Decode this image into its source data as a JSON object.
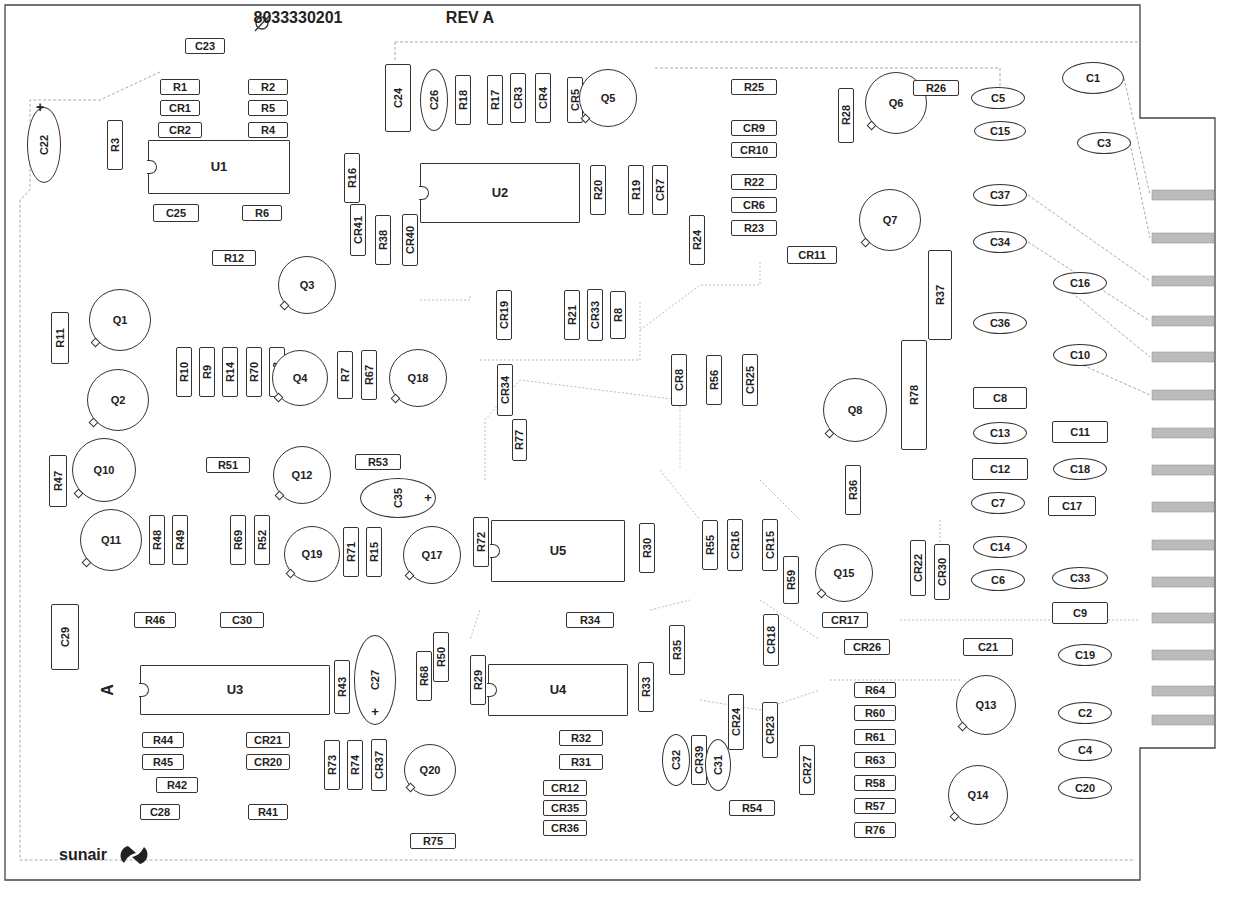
{
  "diagram": {
    "nodes": [
      {
        "text": [
          "C23"
        ]
      },
      {
        "text": [
          "R1"
        ]
      },
      {
        "text": [
          "R2"
        ]
      },
      {
        "text": [
          "CR1"
        ]
      },
      {
        "text": [
          "R5"
        ]
      },
      {
        "text": [
          "CR2"
        ]
      },
      {
        "text": [
          "R4"
        ]
      },
      {
        "text": [
          "C24"
        ]
      },
      {
        "text": [
          "C26"
        ]
      },
      {
        "text": [
          "R18"
        ]
      },
      {
        "text": [
          "R17"
        ]
      },
      {
        "text": [
          "CR3"
        ]
      },
      {
        "text": [
          "CR4"
        ]
      },
      {
        "text": [
          "CR5"
        ]
      },
      {
        "text": [
          "Q5"
        ]
      },
      {
        "text": [
          "R25"
        ]
      },
      {
        "text": [
          "CR9"
        ]
      },
      {
        "text": [
          "CR10"
        ]
      },
      {
        "text": [
          "R28"
        ]
      },
      {
        "text": [
          "Q6"
        ]
      },
      {
        "text": [
          "R26"
        ]
      },
      {
        "text": [
          "C1"
        ]
      },
      {
        "text": [
          "C5"
        ]
      },
      {
        "text": [
          "C15"
        ]
      },
      {
        "text": [
          "C3"
        ]
      },
      {
        "text": [
          "C22"
        ]
      },
      {
        "text": [
          "R3"
        ]
      },
      {
        "text": [
          "U1"
        ]
      },
      {
        "text": [
          "R16"
        ]
      },
      {
        "text": [
          "U2"
        ]
      },
      {
        "text": [
          "R20"
        ]
      },
      {
        "text": [
          "R19"
        ]
      },
      {
        "text": [
          "CR7"
        ]
      },
      {
        "text": [
          "R22"
        ]
      },
      {
        "text": [
          "CR6"
        ]
      },
      {
        "text": [
          "R23"
        ]
      },
      {
        "text": [
          "R24"
        ]
      },
      {
        "text": [
          "CR11"
        ]
      },
      {
        "text": [
          "Q7"
        ]
      },
      {
        "text": [
          "C37"
        ]
      },
      {
        "text": [
          "C34"
        ]
      },
      {
        "text": [
          "C25"
        ]
      },
      {
        "text": [
          "R6"
        ]
      },
      {
        "text": [
          "CR41"
        ]
      },
      {
        "text": [
          "R38"
        ]
      },
      {
        "text": [
          "CR40"
        ]
      },
      {
        "text": [
          "R12"
        ]
      },
      {
        "text": [
          "Q3"
        ]
      },
      {
        "text": [
          "CR19"
        ]
      },
      {
        "text": [
          "R21"
        ]
      },
      {
        "text": [
          "CR33"
        ]
      },
      {
        "text": [
          "R8"
        ]
      },
      {
        "text": [
          "R37"
        ]
      },
      {
        "text": [
          "C16"
        ]
      },
      {
        "text": [
          "R11"
        ]
      },
      {
        "text": [
          "Q1"
        ]
      },
      {
        "text": [
          "Q2"
        ]
      },
      {
        "text": [
          "R10"
        ]
      },
      {
        "text": [
          "R9"
        ]
      },
      {
        "text": [
          "R14"
        ]
      },
      {
        "text": [
          "R70"
        ]
      },
      {
        "text": [
          "R13"
        ]
      },
      {
        "text": [
          "Q4"
        ]
      },
      {
        "text": [
          "R7"
        ]
      },
      {
        "text": [
          "R67"
        ]
      },
      {
        "text": [
          "Q18"
        ]
      },
      {
        "text": [
          "CR34"
        ]
      },
      {
        "text": [
          "R77"
        ]
      },
      {
        "text": [
          "CR8"
        ]
      },
      {
        "text": [
          "R56"
        ]
      },
      {
        "text": [
          "CR25"
        ]
      },
      {
        "text": [
          "Q8"
        ]
      },
      {
        "text": [
          "R78"
        ]
      },
      {
        "text": [
          "C36"
        ]
      },
      {
        "text": [
          "C10"
        ]
      },
      {
        "text": [
          "C8"
        ]
      },
      {
        "text": [
          "C11"
        ]
      },
      {
        "text": [
          "C13"
        ]
      },
      {
        "text": [
          "C12"
        ]
      },
      {
        "text": [
          "C18"
        ]
      },
      {
        "text": [
          "C7"
        ]
      },
      {
        "text": [
          "C17"
        ]
      },
      {
        "text": [
          "R47"
        ]
      },
      {
        "text": [
          "Q10"
        ]
      },
      {
        "text": [
          "R51"
        ]
      },
      {
        "text": [
          "Q12"
        ]
      },
      {
        "text": [
          "R53"
        ]
      },
      {
        "text": [
          "C35"
        ]
      },
      {
        "text": [
          "R36"
        ]
      },
      {
        "text": [
          "Q11"
        ]
      },
      {
        "text": [
          "R48"
        ]
      },
      {
        "text": [
          "R49"
        ]
      },
      {
        "text": [
          "R69"
        ]
      },
      {
        "text": [
          "R52"
        ]
      },
      {
        "text": [
          "Q19"
        ]
      },
      {
        "text": [
          "R71"
        ]
      },
      {
        "text": [
          "R15"
        ]
      },
      {
        "text": [
          "Q17"
        ]
      },
      {
        "text": [
          "R72"
        ]
      },
      {
        "text": [
          "U5"
        ]
      },
      {
        "text": [
          "R30"
        ]
      },
      {
        "text": [
          "R55"
        ]
      },
      {
        "text": [
          "CR16"
        ]
      },
      {
        "text": [
          "CR15"
        ]
      },
      {
        "text": [
          "R59"
        ]
      },
      {
        "text": [
          "Q15"
        ]
      },
      {
        "text": [
          "CR22"
        ]
      },
      {
        "text": [
          "CR30"
        ]
      },
      {
        "text": [
          "C14"
        ]
      },
      {
        "text": [
          "C33"
        ]
      },
      {
        "text": [
          "C6"
        ]
      },
      {
        "text": [
          "C9"
        ]
      },
      {
        "text": [
          "C29"
        ]
      },
      {
        "text": [
          "R46"
        ]
      },
      {
        "text": [
          "C30"
        ]
      },
      {
        "text": [
          "CR17"
        ]
      },
      {
        "text": [
          "CR18"
        ]
      },
      {
        "text": [
          "R35"
        ]
      },
      {
        "text": [
          "R34"
        ]
      },
      {
        "text": [
          "CR26"
        ]
      },
      {
        "text": [
          "C21"
        ]
      },
      {
        "text": [
          "C19"
        ]
      },
      {
        "text": [
          "U3"
        ]
      },
      {
        "text": [
          "R43"
        ]
      },
      {
        "text": [
          "C27"
        ]
      },
      {
        "text": [
          "R68"
        ]
      },
      {
        "text": [
          "R50"
        ]
      },
      {
        "text": [
          "R29"
        ]
      },
      {
        "text": [
          "U4"
        ]
      },
      {
        "text": [
          "R33"
        ]
      },
      {
        "text": [
          "R64"
        ]
      },
      {
        "text": [
          "Q13"
        ]
      },
      {
        "text": [
          "C2"
        ]
      },
      {
        "text": [
          "R60"
        ]
      },
      {
        "text": [
          "R61"
        ]
      },
      {
        "text": [
          "R44"
        ]
      },
      {
        "text": [
          "CR21"
        ]
      },
      {
        "text": [
          "R32"
        ]
      },
      {
        "text": [
          "CR24"
        ]
      },
      {
        "text": [
          "CR23"
        ]
      },
      {
        "text": [
          "C4"
        ]
      },
      {
        "text": [
          "R45"
        ]
      },
      {
        "text": [
          "CR20"
        ]
      },
      {
        "text": [
          "R31"
        ]
      },
      {
        "text": [
          "R63"
        ]
      },
      {
        "text": [
          "C32"
        ]
      },
      {
        "text": [
          "CR39"
        ]
      },
      {
        "text": [
          "C31"
        ]
      },
      {
        "text": [
          "R73"
        ]
      },
      {
        "text": [
          "R74"
        ]
      },
      {
        "text": [
          "CR37"
        ]
      },
      {
        "text": [
          "Q20"
        ]
      },
      {
        "text": [
          "R42"
        ]
      },
      {
        "text": [
          "CR12"
        ]
      },
      {
        "text": [
          "CR27"
        ]
      },
      {
        "text": [
          "R58"
        ]
      },
      {
        "text": [
          "Q14"
        ]
      },
      {
        "text": [
          "C20"
        ]
      },
      {
        "text": [
          "C28"
        ]
      },
      {
        "text": [
          "R41"
        ]
      },
      {
        "text": [
          "R54"
        ]
      },
      {
        "text": [
          "CR35"
        ]
      },
      {
        "text": [
          "R57"
        ]
      },
      {
        "text": [
          "CR36"
        ]
      },
      {
        "text": [
          "R75"
        ]
      },
      {
        "text": [
          "R76"
        ]
      }
    ],
    "labels": [
      "8033330201",
      "REV A",
      "+",
      "+",
      "+",
      "A",
      "sunair"
    ]
  }
}
